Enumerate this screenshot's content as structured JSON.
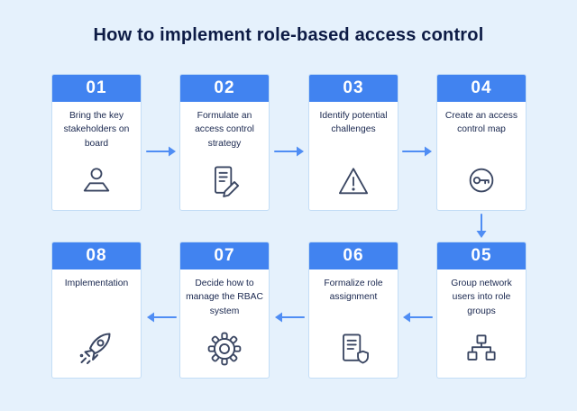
{
  "title": "How to implement role-based access control",
  "colors": {
    "background": "#e5f1fc",
    "card_header_blue": "#4183f0",
    "card_border": "#c3ddf6",
    "arrow_blue": "#4f8df4",
    "title_text": "#0d1b45",
    "body_text": "#18264e"
  },
  "steps": [
    {
      "number": "01",
      "label": "Bring the key stakeholders on board",
      "icon": "person-icon"
    },
    {
      "number": "02",
      "label": "Formulate an access control strategy",
      "icon": "document-pen-icon"
    },
    {
      "number": "03",
      "label": "Identify potential challenges",
      "icon": "warning-icon"
    },
    {
      "number": "04",
      "label": "Create an access control map",
      "icon": "key-icon"
    },
    {
      "number": "05",
      "label": "Group network users into role groups",
      "icon": "org-chart-icon"
    },
    {
      "number": "06",
      "label": "Formalize role assignment",
      "icon": "document-shield-icon"
    },
    {
      "number": "07",
      "label": "Decide how to manage the RBAC system",
      "icon": "gear-icon"
    },
    {
      "number": "08",
      "label": "Implementation",
      "icon": "rocket-icon"
    }
  ],
  "flow_arrows": [
    "right",
    "right",
    "right",
    "down",
    "left",
    "left",
    "left"
  ]
}
